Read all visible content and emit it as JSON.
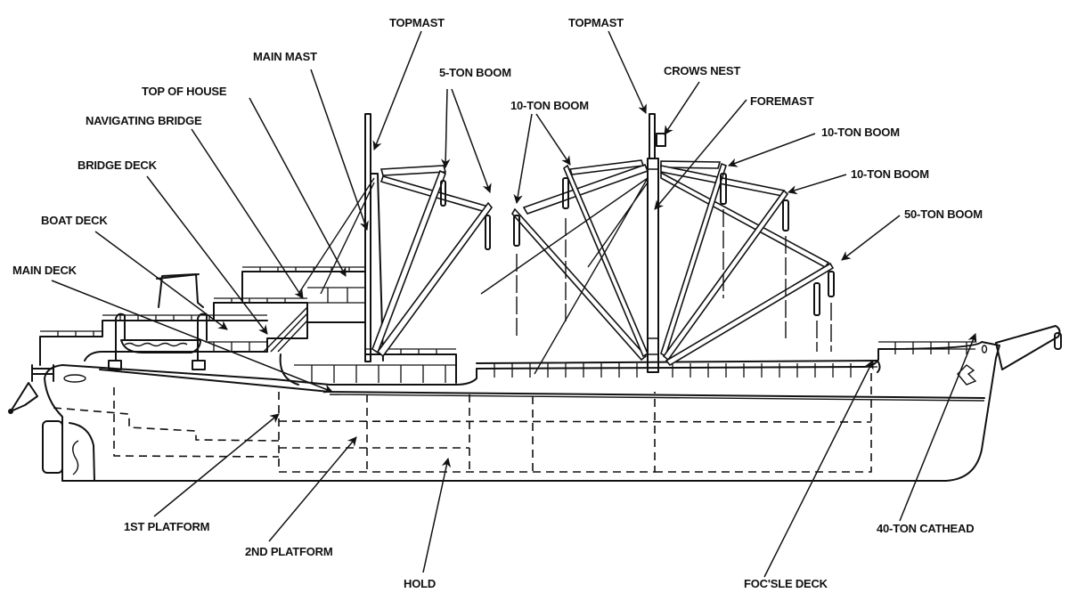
{
  "diagram": {
    "title": "Cargo ship profile — deck and rigging nomenclature",
    "labels": {
      "topmast_aft": "TOPMAST",
      "topmast_fwd": "TOPMAST",
      "main_mast": "MAIN MAST",
      "five_ton_boom": "5-TON BOOM",
      "top_of_house": "TOP OF HOUSE",
      "navigating_bridge": "NAVIGATING BRIDGE",
      "bridge_deck": "BRIDGE DECK",
      "boat_deck": "BOAT DECK",
      "main_deck": "MAIN DECK",
      "ten_ton_boom_aft": "10-TON BOOM",
      "crows_nest": "CROWS NEST",
      "foremast": "FOREMAST",
      "ten_ton_boom_fwd_1": "10-TON BOOM",
      "ten_ton_boom_fwd_2": "10-TON BOOM",
      "fifty_ton_boom": "50-TON BOOM",
      "first_platform": "1ST PLATFORM",
      "second_platform": "2ND PLATFORM",
      "hold": "HOLD",
      "focsle_deck": "FOC'SLE DECK",
      "forty_ton_cathead": "40-TON CATHEAD"
    }
  }
}
